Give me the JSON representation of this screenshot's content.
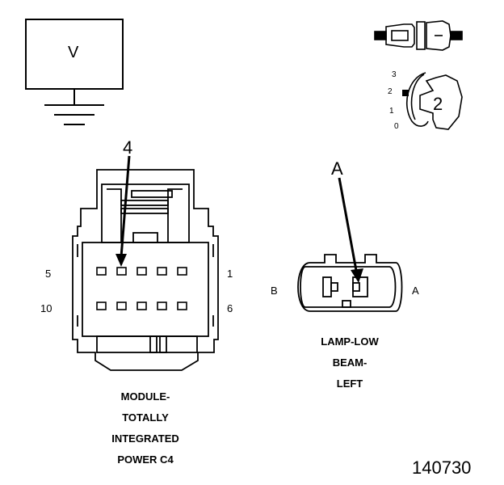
{
  "meter": {
    "label": "V"
  },
  "switch_icon": {
    "positions": [
      "3",
      "2",
      "1",
      "0"
    ],
    "setting": "2"
  },
  "connector_c4": {
    "callout": "4",
    "pin_left_top": "5",
    "pin_left_bottom": "10",
    "pin_right_top": "1",
    "pin_right_bottom": "6",
    "caption_lines": [
      "MODULE-",
      "TOTALLY",
      "INTEGRATED",
      "POWER C4"
    ]
  },
  "connector_lamp": {
    "callout": "A",
    "side_left": "B",
    "side_right": "A",
    "caption_lines": [
      "LAMP-LOW",
      "BEAM-",
      "LEFT"
    ]
  },
  "figure_number": "140730"
}
